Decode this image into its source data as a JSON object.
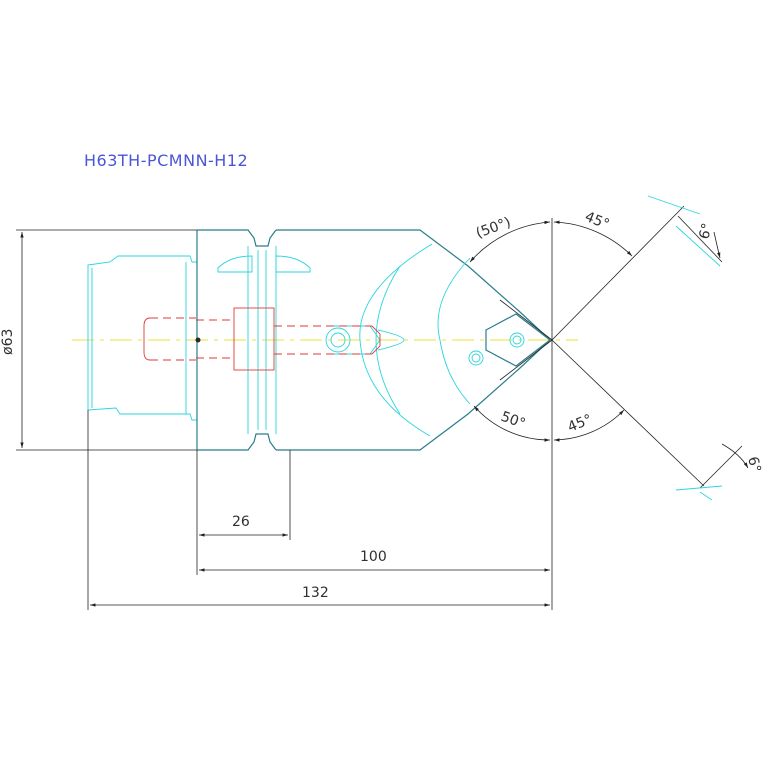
{
  "drawing": {
    "title": "H63TH-PCMNN-H12",
    "dimensions": {
      "diameter": "ø63",
      "length_26": "26",
      "length_100": "100",
      "length_132": "132",
      "angle_45_top": "45°",
      "angle_50_top": "(50°)",
      "angle_45_bottom": "45°",
      "angle_50_bottom": "50°",
      "angle_6_top": "6°",
      "angle_6_bottom": "6°"
    },
    "colors": {
      "outline": "#222222",
      "cyan": "#2ad6de",
      "teal": "#2a7e8c",
      "red": "#e03a3a",
      "centerline": "#e8e23a",
      "title": "#4a55d8"
    }
  }
}
